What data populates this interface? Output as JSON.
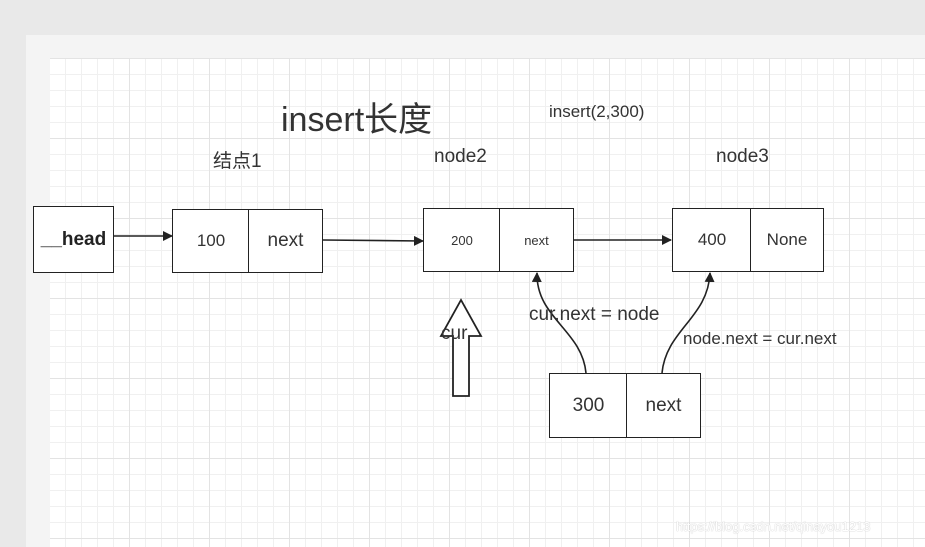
{
  "title": "insert长度",
  "subtitle": "insert(2,300)",
  "labels": {
    "node1": "结点1",
    "node2": "node2",
    "node3": "node3",
    "cur": "cur",
    "cur_next_eq_node": "cur.next = node",
    "node_next_eq_cur_next": "node.next = cur.next"
  },
  "head_box": {
    "label": "__head"
  },
  "node1_box": {
    "value": "100",
    "next": "next"
  },
  "node2_box": {
    "value": "200",
    "next": "next"
  },
  "node3_box": {
    "value": "400",
    "next": "None"
  },
  "new_node_box": {
    "value": "300",
    "next": "next"
  },
  "watermark": "https://blog.csdn.net/qinayou1213",
  "colors": {
    "stroke": "#222222",
    "text": "#333333",
    "grid": "#e3e3e3"
  }
}
